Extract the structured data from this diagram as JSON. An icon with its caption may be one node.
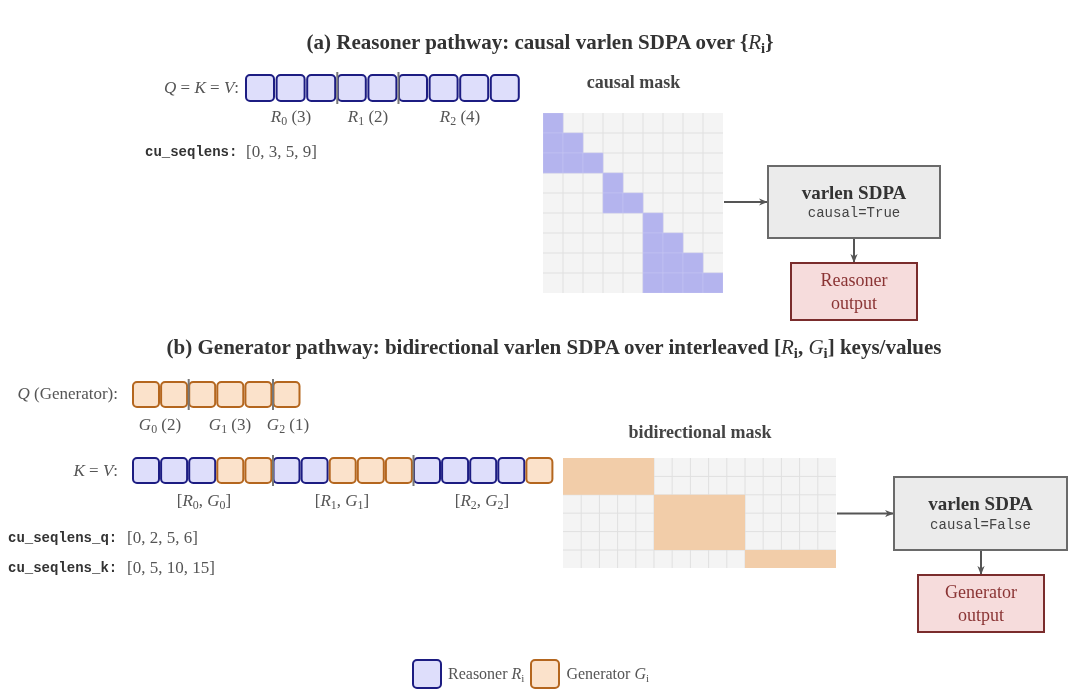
{
  "diagram": {
    "nodes": [
      {
        "text": [
          "causal mask"
        ]
      },
      {
        "text": [
          "varlen SDPA",
          "causal=True"
        ]
      },
      {
        "text": [
          "Reasoner output"
        ]
      },
      {
        "text": [
          "bidirectional mask"
        ]
      },
      {
        "text": [
          "varlen SDPA",
          "causal=False"
        ]
      },
      {
        "text": [
          "Generator output"
        ]
      }
    ],
    "edges": [
      {
        "from": 0,
        "to": 1,
        "arrow": "to"
      },
      {
        "from": 1,
        "to": 2,
        "arrow": "to"
      },
      {
        "from": 3,
        "to": 4,
        "arrow": "to"
      },
      {
        "from": 4,
        "to": 5,
        "arrow": "to"
      }
    ],
    "labels": [
      "(a) Reasoner pathway: causal varlen SDPA over {*R*$_{i}$}",
      "*Q* = *K* = *V*:",
      "*R*$_{0}$ (3)",
      "*R*$_{1}$ (2)",
      "*R*$_{2}$ (4)",
      "cu_seqlens:",
      "[0, 3, 5, 9]",
      "(b) Generator pathway: bidirectional varlen SDPA over interleaved [*R*$_{i}$, *G*$_{i}$] keys/values",
      "*Q* (Generator):",
      "*G*$_{0}$ (2)",
      "*G*$_{1}$ (3)",
      "*G*$_{2}$ (1)",
      "*K* = *V*:",
      "[*R*$_{0}$, *G*$_{0}$]",
      "[*R*$_{1}$, *G*$_{1}$]",
      "[*R*$_{2}$, *G*$_{2}$]",
      "cu_seqlens_q:",
      "[0, 2, 5, 6]",
      "cu_seqlens_k:",
      "[0, 5, 10, 15]"
    ],
    "legend": [
      {
        "text": "Reasoner *R*$_{i}$",
        "color": "#dedefb"
      },
      {
        "text": "Generator *G*$_{i}$",
        "color": "#fbe2cb"
      }
    ]
  }
}
